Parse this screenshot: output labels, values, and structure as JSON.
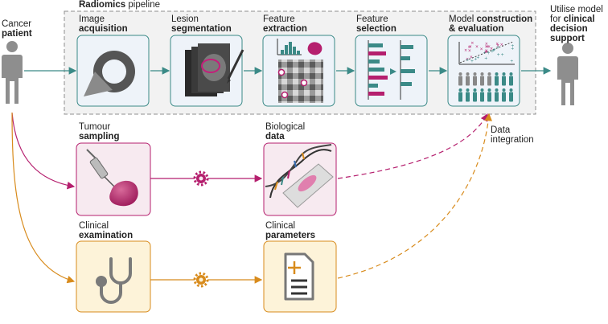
{
  "pipeline": {
    "title_bold": "Radiomics",
    "title_rest": "pipeline",
    "steps": [
      {
        "line1": "Image",
        "line2": "acquisition"
      },
      {
        "line1": "Lesion",
        "line2": "segmentation"
      },
      {
        "line1": "Feature",
        "line2": "extraction"
      },
      {
        "line1": "Feature",
        "line2": "selection"
      },
      {
        "line1a": "Model",
        "line1b": "construction",
        "line2": "& evaluation"
      }
    ]
  },
  "cancer_patient": {
    "line1": "Cancer",
    "line2": "patient"
  },
  "output": {
    "line1": "Utilise model",
    "line2a": "for",
    "line2b": "clinical",
    "line3": "decision",
    "line4": "support"
  },
  "tumour_sampling": {
    "line1": "Tumour",
    "line2": "sampling"
  },
  "biological_data": {
    "line1": "Biological",
    "line2": "data"
  },
  "clinical_exam": {
    "line1": "Clinical",
    "line2": "examination"
  },
  "clinical_params": {
    "line1": "Clinical",
    "line2": "parameters"
  },
  "data_integration": {
    "line1": "Data",
    "line2": "integration"
  },
  "colors": {
    "teal": "#3b8a87",
    "magenta": "#b51f6e",
    "orange": "#d88b1c",
    "person": "#8e8e8e",
    "blue_box": "#eef3f9",
    "pink_box": "#f7eaf0",
    "yellow_box": "#fdf3d9"
  }
}
